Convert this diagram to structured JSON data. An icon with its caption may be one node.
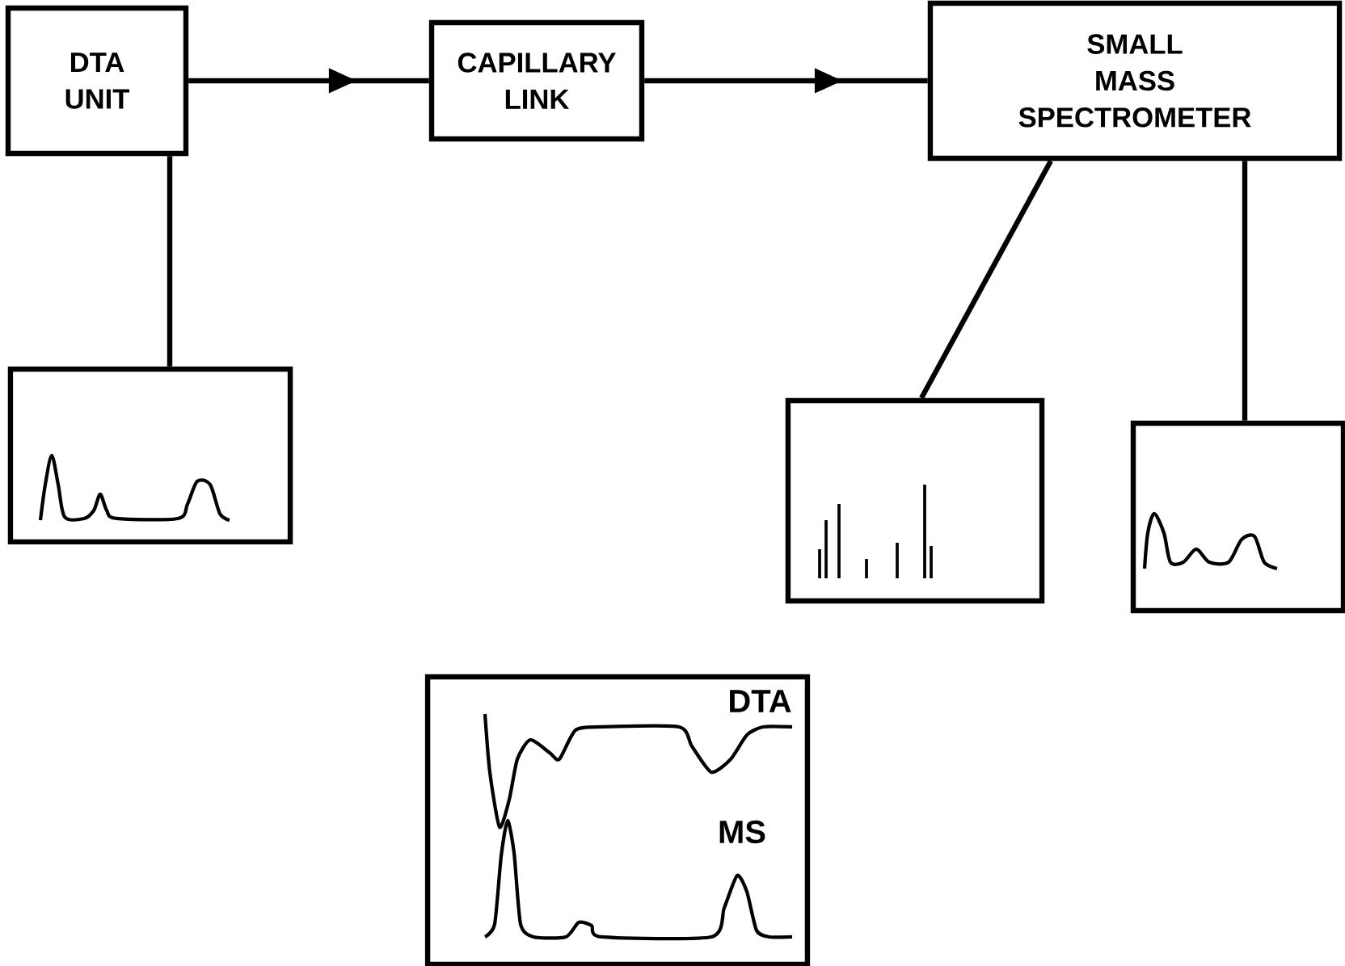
{
  "diagram": {
    "nodes": [
      {
        "text": [
          "DTA UNIT"
        ]
      },
      {
        "text": [
          "CAPILLARY LINK"
        ]
      },
      {
        "text": [
          "SMALL MASS SPECTROMETER"
        ]
      },
      {
        "text": [],
        "shape": "picture"
      },
      {
        "text": [],
        "shape": "picture"
      },
      {
        "text": [],
        "shape": "picture"
      },
      {
        "text": [
          "DTA",
          "MS"
        ]
      }
    ],
    "edges": [
      {
        "from": 0,
        "to": 1,
        "arrow": "to"
      },
      {
        "from": 1,
        "to": 2,
        "arrow": "to"
      },
      {
        "from": 0,
        "to": 3,
        "arrow": "none"
      },
      {
        "from": 2,
        "to": 4,
        "arrow": "none"
      },
      {
        "from": 2,
        "to": 5,
        "arrow": "none"
      }
    ]
  }
}
